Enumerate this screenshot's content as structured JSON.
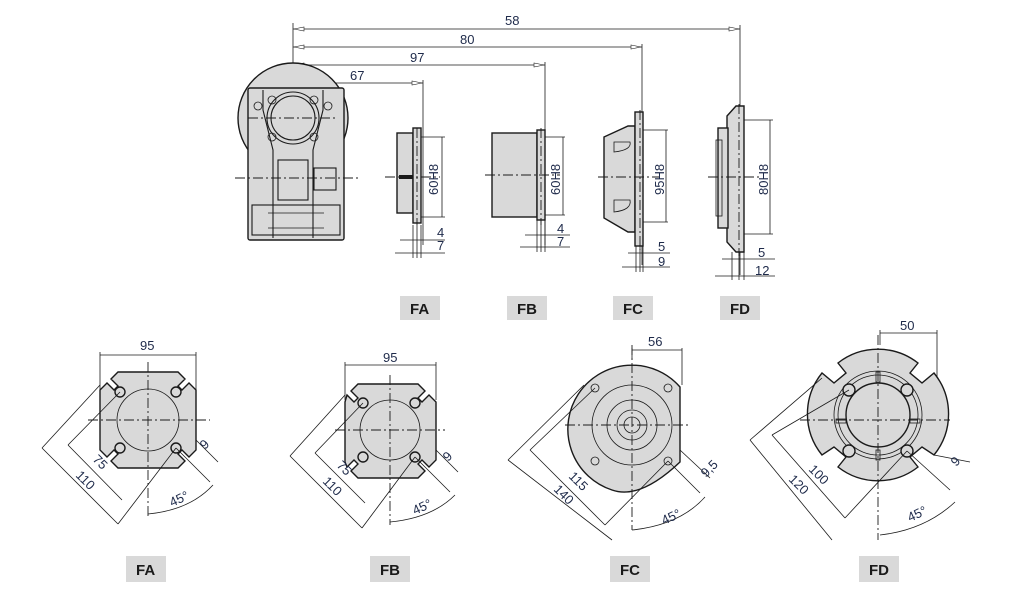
{
  "side_view": {
    "dimensions": {
      "overall_fd": "58",
      "overall_fc": "80",
      "overall_fb": "97",
      "overall_fa": "67"
    },
    "flanges": [
      {
        "id": "FA",
        "pilot": "60H8",
        "thickness_a": "4",
        "thickness_b": "7"
      },
      {
        "id": "FB",
        "pilot": "60H8",
        "thickness_a": "4",
        "thickness_b": "7"
      },
      {
        "id": "FC",
        "pilot": "95H8",
        "thickness_a": "5",
        "thickness_b": "9"
      },
      {
        "id": "FD",
        "pilot": "80H8",
        "thickness_a": "5",
        "thickness_b": "12"
      }
    ],
    "labels": [
      "FA",
      "FB",
      "FC",
      "FD"
    ]
  },
  "front_view": {
    "flanges": [
      {
        "id": "FA",
        "width": "95",
        "bolt_circle": "75",
        "outer": "110",
        "hole": "9",
        "angle": "45°"
      },
      {
        "id": "FB",
        "width": "95",
        "bolt_circle": "75",
        "outer": "110",
        "hole": "9",
        "angle": "45°"
      },
      {
        "id": "FC",
        "width": "56",
        "bolt_circle": "115",
        "outer": "140",
        "hole": "9,5",
        "angle": "45°"
      },
      {
        "id": "FD",
        "width": "50",
        "bolt_circle": "100",
        "outer": "120",
        "hole": "9",
        "angle": "45°"
      }
    ],
    "labels": [
      "FA",
      "FB",
      "FC",
      "FD"
    ]
  },
  "colors": {
    "fill": "#d9d9d9",
    "line": "#1a1a1a",
    "dim_text": "#1e2a4a",
    "label_bg": "#d9d9d9"
  }
}
